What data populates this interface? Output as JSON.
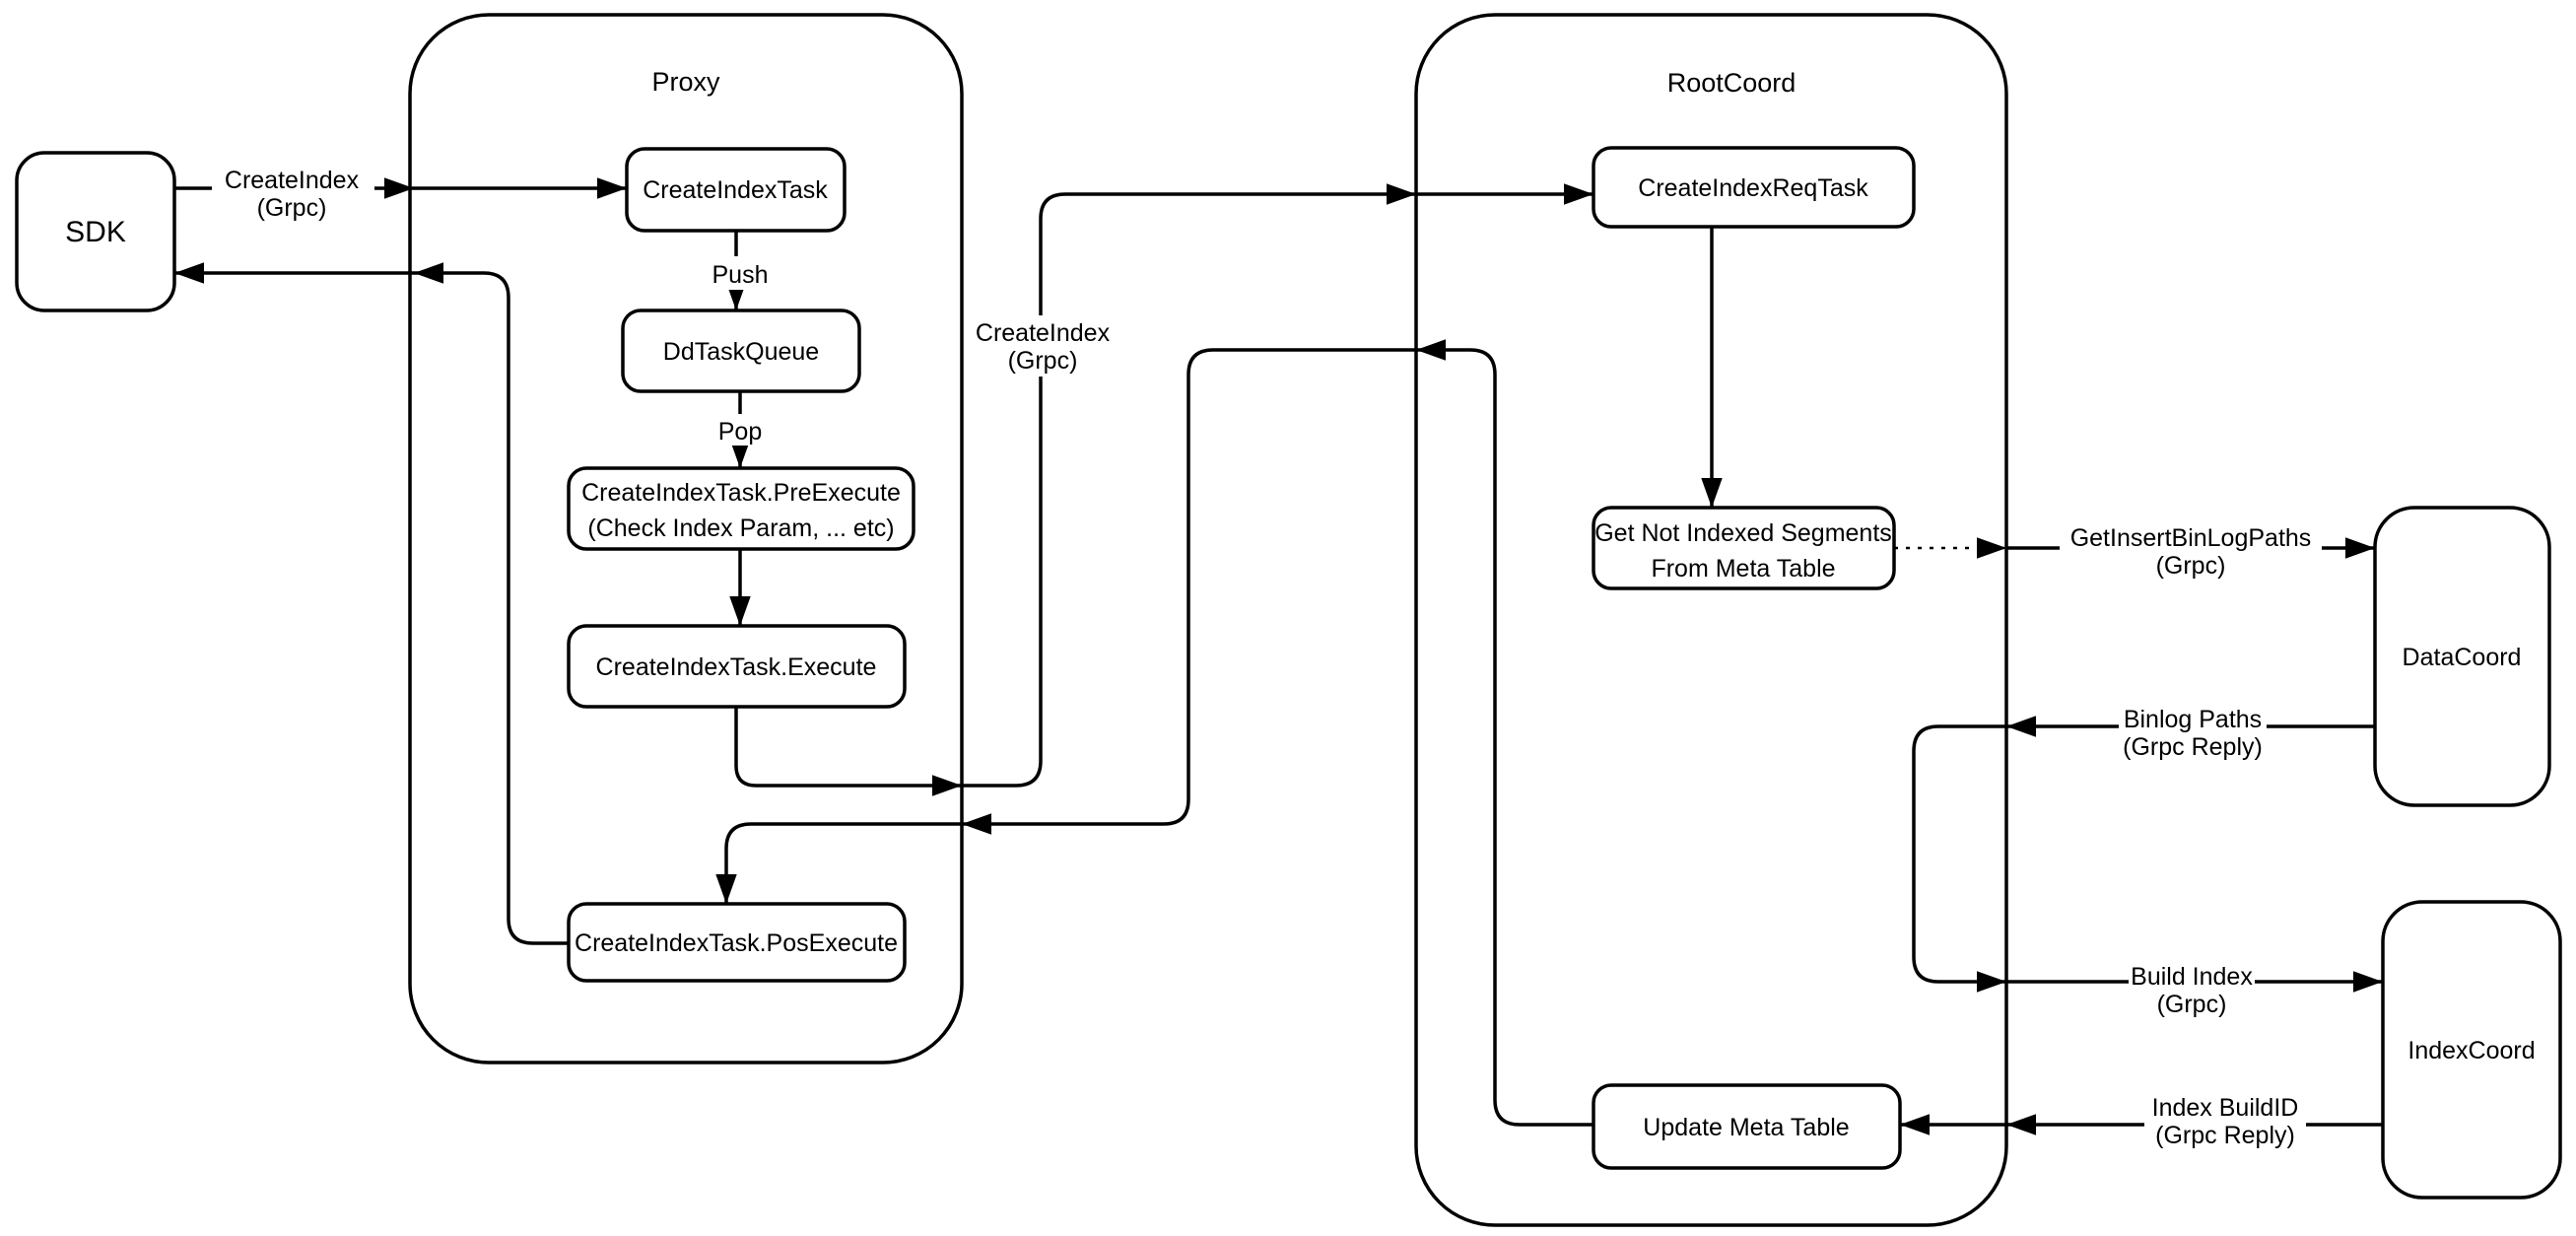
{
  "diagram": {
    "colors": {
      "stroke": "#000000",
      "fill": "#ffffff",
      "background": "#ffffff"
    },
    "containers": {
      "proxy": {
        "title": "Proxy"
      },
      "rootcoord": {
        "title": "RootCoord"
      }
    },
    "nodes": {
      "sdk": {
        "label": "SDK"
      },
      "create_index_task": {
        "label": "CreateIndexTask"
      },
      "dd_task_queue": {
        "label": "DdTaskQueue"
      },
      "pre_execute": {
        "l1": "CreateIndexTask.PreExecute",
        "l2": "(Check Index Param, ... etc)"
      },
      "execute": {
        "label": "CreateIndexTask.Execute"
      },
      "pos_execute": {
        "label": "CreateIndexTask.PosExecute"
      },
      "create_index_req_task": {
        "label": "CreateIndexReqTask"
      },
      "get_not_indexed_segments": {
        "l1": "Get Not Indexed Segments",
        "l2": "From Meta Table"
      },
      "update_meta_table": {
        "label": "Update Meta Table"
      },
      "datacoord": {
        "label": "DataCoord"
      },
      "indexcoord": {
        "label": "IndexCoord"
      }
    },
    "edge_labels": {
      "create_index_sdk": {
        "l1": "CreateIndex",
        "l2": "(Grpc)"
      },
      "push": {
        "label": "Push"
      },
      "pop": {
        "label": "Pop"
      },
      "create_index_mid": {
        "l1": "CreateIndex",
        "l2": "(Grpc)"
      },
      "get_insert_binlog_paths": {
        "l1": "GetInsertBinLogPaths",
        "l2": "(Grpc)"
      },
      "binlog_paths": {
        "l1": "Binlog Paths",
        "l2": "(Grpc Reply)"
      },
      "build_index": {
        "l1": "Build Index",
        "l2": "(Grpc)"
      },
      "index_buildid": {
        "l1": "Index BuildID",
        "l2": "(Grpc Reply)"
      }
    }
  }
}
